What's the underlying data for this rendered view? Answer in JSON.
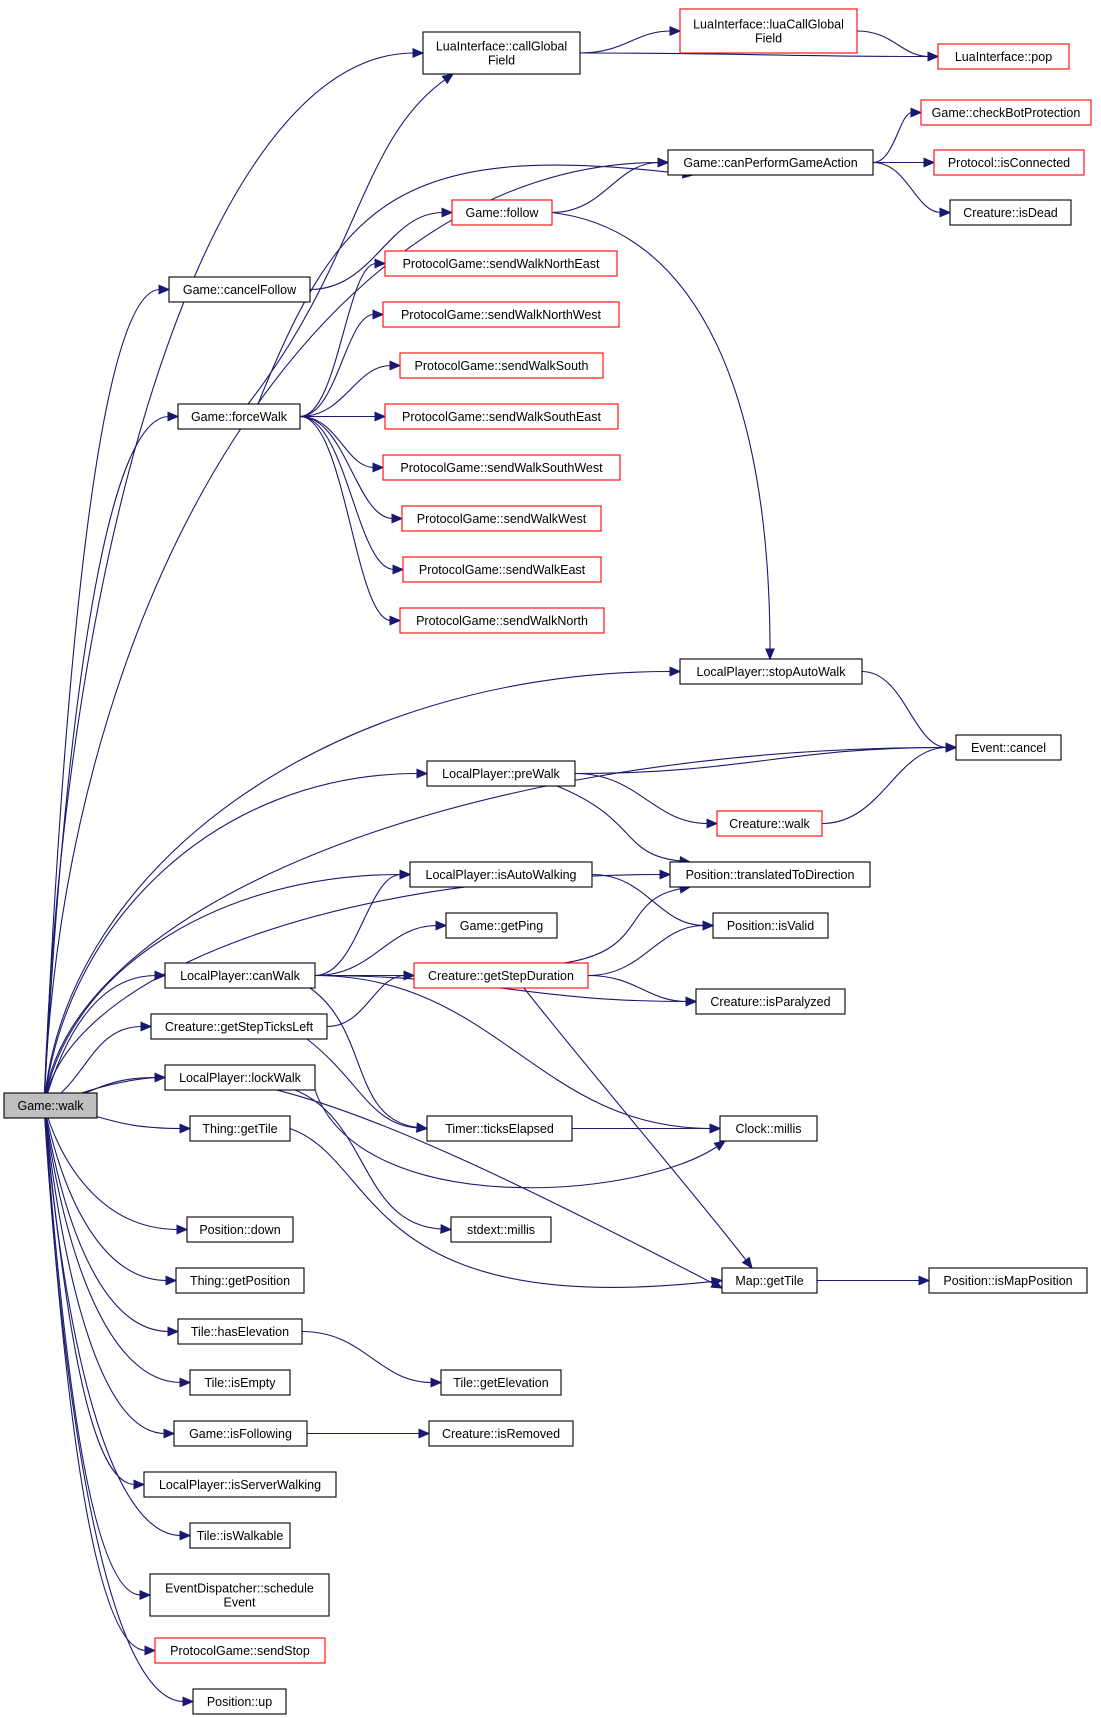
{
  "colors": {
    "edge": "#191970",
    "documented_border": "#000000",
    "undocumented_border": "#ff0000",
    "root_fill": "#bfbfbf",
    "node_fill": "#ffffff"
  },
  "nodes": [
    {
      "id": "game_walk",
      "lines": [
        "Game::walk"
      ],
      "style": "root"
    },
    {
      "id": "lua_callGlobalField",
      "lines": [
        "LuaInterface::callGlobal",
        "Field"
      ],
      "style": "black"
    },
    {
      "id": "lua_luaCallGlobalField",
      "lines": [
        "LuaInterface::luaCallGlobal",
        "Field"
      ],
      "style": "red"
    },
    {
      "id": "lua_pop",
      "lines": [
        "LuaInterface::pop"
      ],
      "style": "red"
    },
    {
      "id": "game_checkBotProtection",
      "lines": [
        "Game::checkBotProtection"
      ],
      "style": "red"
    },
    {
      "id": "game_canPerformGameAction",
      "lines": [
        "Game::canPerformGameAction"
      ],
      "style": "black"
    },
    {
      "id": "protocol_isConnected",
      "lines": [
        "Protocol::isConnected"
      ],
      "style": "red"
    },
    {
      "id": "creature_isDead",
      "lines": [
        "Creature::isDead"
      ],
      "style": "black"
    },
    {
      "id": "game_follow",
      "lines": [
        "Game::follow"
      ],
      "style": "red"
    },
    {
      "id": "pg_sendWalkNorthEast",
      "lines": [
        "ProtocolGame::sendWalkNorthEast"
      ],
      "style": "red"
    },
    {
      "id": "game_cancelFollow",
      "lines": [
        "Game::cancelFollow"
      ],
      "style": "black"
    },
    {
      "id": "pg_sendWalkNorthWest",
      "lines": [
        "ProtocolGame::sendWalkNorthWest"
      ],
      "style": "red"
    },
    {
      "id": "pg_sendWalkSouth",
      "lines": [
        "ProtocolGame::sendWalkSouth"
      ],
      "style": "red"
    },
    {
      "id": "game_forceWalk",
      "lines": [
        "Game::forceWalk"
      ],
      "style": "black"
    },
    {
      "id": "pg_sendWalkSouthEast",
      "lines": [
        "ProtocolGame::sendWalkSouthEast"
      ],
      "style": "red"
    },
    {
      "id": "pg_sendWalkSouthWest",
      "lines": [
        "ProtocolGame::sendWalkSouthWest"
      ],
      "style": "red"
    },
    {
      "id": "pg_sendWalkWest",
      "lines": [
        "ProtocolGame::sendWalkWest"
      ],
      "style": "red"
    },
    {
      "id": "pg_sendWalkEast",
      "lines": [
        "ProtocolGame::sendWalkEast"
      ],
      "style": "red"
    },
    {
      "id": "pg_sendWalkNorth",
      "lines": [
        "ProtocolGame::sendWalkNorth"
      ],
      "style": "red"
    },
    {
      "id": "lp_stopAutoWalk",
      "lines": [
        "LocalPlayer::stopAutoWalk"
      ],
      "style": "black"
    },
    {
      "id": "event_cancel",
      "lines": [
        "Event::cancel"
      ],
      "style": "black"
    },
    {
      "id": "lp_preWalk",
      "lines": [
        "LocalPlayer::preWalk"
      ],
      "style": "black"
    },
    {
      "id": "creature_walk",
      "lines": [
        "Creature::walk"
      ],
      "style": "red"
    },
    {
      "id": "lp_isAutoWalking",
      "lines": [
        "LocalPlayer::isAutoWalking"
      ],
      "style": "black"
    },
    {
      "id": "pos_translatedToDirection",
      "lines": [
        "Position::translatedToDirection"
      ],
      "style": "black"
    },
    {
      "id": "game_getPing",
      "lines": [
        "Game::getPing"
      ],
      "style": "black"
    },
    {
      "id": "pos_isValid",
      "lines": [
        "Position::isValid"
      ],
      "style": "black"
    },
    {
      "id": "lp_canWalk",
      "lines": [
        "LocalPlayer::canWalk"
      ],
      "style": "black"
    },
    {
      "id": "creature_getStepDuration",
      "lines": [
        "Creature::getStepDuration"
      ],
      "style": "red"
    },
    {
      "id": "creature_isParalyzed",
      "lines": [
        "Creature::isParalyzed"
      ],
      "style": "black"
    },
    {
      "id": "creature_getStepTicksLeft",
      "lines": [
        "Creature::getStepTicksLeft"
      ],
      "style": "black"
    },
    {
      "id": "lp_lockWalk",
      "lines": [
        "LocalPlayer::lockWalk"
      ],
      "style": "black"
    },
    {
      "id": "timer_ticksElapsed",
      "lines": [
        "Timer::ticksElapsed"
      ],
      "style": "black"
    },
    {
      "id": "clock_millis",
      "lines": [
        "Clock::millis"
      ],
      "style": "black"
    },
    {
      "id": "thing_getTile",
      "lines": [
        "Thing::getTile"
      ],
      "style": "black"
    },
    {
      "id": "stdext_millis",
      "lines": [
        "stdext::millis"
      ],
      "style": "black"
    },
    {
      "id": "pos_down",
      "lines": [
        "Position::down"
      ],
      "style": "black"
    },
    {
      "id": "map_getTile",
      "lines": [
        "Map::getTile"
      ],
      "style": "black"
    },
    {
      "id": "pos_isMapPosition",
      "lines": [
        "Position::isMapPosition"
      ],
      "style": "black"
    },
    {
      "id": "thing_getPosition",
      "lines": [
        "Thing::getPosition"
      ],
      "style": "black"
    },
    {
      "id": "tile_hasElevation",
      "lines": [
        "Tile::hasElevation"
      ],
      "style": "black"
    },
    {
      "id": "tile_isEmpty",
      "lines": [
        "Tile::isEmpty"
      ],
      "style": "black"
    },
    {
      "id": "tile_getElevation",
      "lines": [
        "Tile::getElevation"
      ],
      "style": "black"
    },
    {
      "id": "game_isFollowing",
      "lines": [
        "Game::isFollowing"
      ],
      "style": "black"
    },
    {
      "id": "creature_isRemoved",
      "lines": [
        "Creature::isRemoved"
      ],
      "style": "black"
    },
    {
      "id": "lp_isServerWalking",
      "lines": [
        "LocalPlayer::isServerWalking"
      ],
      "style": "black"
    },
    {
      "id": "tile_isWalkable",
      "lines": [
        "Tile::isWalkable"
      ],
      "style": "black"
    },
    {
      "id": "ed_scheduleEvent",
      "lines": [
        "EventDispatcher::schedule",
        "Event"
      ],
      "style": "black"
    },
    {
      "id": "pg_sendStop",
      "lines": [
        "ProtocolGame::sendStop"
      ],
      "style": "red"
    },
    {
      "id": "pos_up",
      "lines": [
        "Position::up"
      ],
      "style": "black"
    }
  ],
  "edges": [
    [
      "game_walk",
      "lua_callGlobalField"
    ],
    [
      "game_walk",
      "game_canPerformGameAction"
    ],
    [
      "game_walk",
      "game_cancelFollow"
    ],
    [
      "game_walk",
      "game_forceWalk"
    ],
    [
      "game_walk",
      "lp_stopAutoWalk"
    ],
    [
      "game_walk",
      "event_cancel"
    ],
    [
      "game_walk",
      "lp_preWalk"
    ],
    [
      "game_walk",
      "pos_translatedToDirection"
    ],
    [
      "game_walk",
      "lp_isAutoWalking"
    ],
    [
      "game_walk",
      "lp_canWalk"
    ],
    [
      "game_walk",
      "creature_getStepTicksLeft"
    ],
    [
      "game_walk",
      "lp_lockWalk"
    ],
    [
      "game_walk",
      "thing_getTile"
    ],
    [
      "game_walk",
      "map_getTile"
    ],
    [
      "game_walk",
      "pos_down"
    ],
    [
      "game_walk",
      "thing_getPosition"
    ],
    [
      "game_walk",
      "tile_hasElevation"
    ],
    [
      "game_walk",
      "tile_isEmpty"
    ],
    [
      "game_walk",
      "game_isFollowing"
    ],
    [
      "game_walk",
      "lp_isServerWalking"
    ],
    [
      "game_walk",
      "tile_isWalkable"
    ],
    [
      "game_walk",
      "ed_scheduleEvent"
    ],
    [
      "game_walk",
      "pg_sendStop"
    ],
    [
      "game_walk",
      "pos_up"
    ],
    [
      "lua_callGlobalField",
      "lua_luaCallGlobalField"
    ],
    [
      "lua_callGlobalField",
      "lua_pop"
    ],
    [
      "lua_luaCallGlobalField",
      "lua_pop"
    ],
    [
      "game_canPerformGameAction",
      "game_checkBotProtection"
    ],
    [
      "game_canPerformGameAction",
      "protocol_isConnected"
    ],
    [
      "game_canPerformGameAction",
      "creature_isDead"
    ],
    [
      "game_follow",
      "game_canPerformGameAction"
    ],
    [
      "game_follow",
      "lp_stopAutoWalk"
    ],
    [
      "game_cancelFollow",
      "game_follow"
    ],
    [
      "game_forceWalk",
      "lua_callGlobalField"
    ],
    [
      "game_forceWalk",
      "game_canPerformGameAction"
    ],
    [
      "game_forceWalk",
      "pg_sendWalkNorthEast"
    ],
    [
      "game_forceWalk",
      "pg_sendWalkNorthWest"
    ],
    [
      "game_forceWalk",
      "pg_sendWalkSouth"
    ],
    [
      "game_forceWalk",
      "pg_sendWalkSouthEast"
    ],
    [
      "game_forceWalk",
      "pg_sendWalkSouthWest"
    ],
    [
      "game_forceWalk",
      "pg_sendWalkWest"
    ],
    [
      "game_forceWalk",
      "pg_sendWalkEast"
    ],
    [
      "game_forceWalk",
      "pg_sendWalkNorth"
    ],
    [
      "lp_stopAutoWalk",
      "event_cancel"
    ],
    [
      "lp_preWalk",
      "event_cancel"
    ],
    [
      "lp_preWalk",
      "creature_walk"
    ],
    [
      "lp_preWalk",
      "pos_translatedToDirection"
    ],
    [
      "creature_walk",
      "event_cancel"
    ],
    [
      "lp_isAutoWalking",
      "pos_isValid"
    ],
    [
      "lp_canWalk",
      "lp_isAutoWalking"
    ],
    [
      "lp_canWalk",
      "game_getPing"
    ],
    [
      "lp_canWalk",
      "creature_getStepDuration"
    ],
    [
      "lp_canWalk",
      "creature_isParalyzed"
    ],
    [
      "lp_canWalk",
      "timer_ticksElapsed"
    ],
    [
      "lp_canWalk",
      "clock_millis"
    ],
    [
      "creature_getStepDuration",
      "pos_translatedToDirection"
    ],
    [
      "creature_getStepDuration",
      "pos_isValid"
    ],
    [
      "creature_getStepDuration",
      "creature_isParalyzed"
    ],
    [
      "creature_getStepDuration",
      "map_getTile"
    ],
    [
      "creature_getStepTicksLeft",
      "creature_getStepDuration"
    ],
    [
      "creature_getStepTicksLeft",
      "timer_ticksElapsed"
    ],
    [
      "lp_lockWalk",
      "clock_millis"
    ],
    [
      "lp_lockWalk",
      "stdext_millis"
    ],
    [
      "timer_ticksElapsed",
      "clock_millis"
    ],
    [
      "thing_getTile",
      "map_getTile"
    ],
    [
      "map_getTile",
      "pos_isMapPosition"
    ],
    [
      "tile_hasElevation",
      "tile_getElevation"
    ],
    [
      "game_isFollowing",
      "creature_isRemoved"
    ]
  ]
}
